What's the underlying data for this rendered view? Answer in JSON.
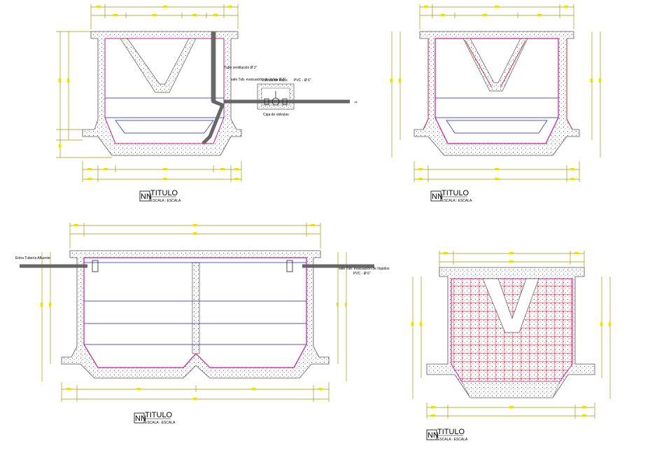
{
  "colors": {
    "background": "#ffffff",
    "dimension_line": "#a09a00",
    "structure_outline": "#cc1a9a",
    "wall_hatch": "#555555",
    "water_line": "#1a1acc",
    "pipe": "#666666",
    "rebar": "#d4203a",
    "yellow_marks": "#f0e000"
  },
  "drawings": [
    {
      "id": "top-left-section",
      "title": "TITULO",
      "tag": "NN",
      "scale_label": "ESCALA : ESCALA",
      "note_pipe_vent": "Tubo ventilación Ø 2\"",
      "note_pipe_evac": "sale Tub. evacuación de lodos Ø 3\"",
      "note_valve": "Válvula de lodos",
      "note_chamber": "Caja de válvulas",
      "note_pipe_out": "PVC - Ø 6\""
    },
    {
      "id": "top-right-section",
      "title": "TITULO",
      "tag": "NN",
      "scale_label": "ESCALA : ESCALA"
    },
    {
      "id": "bottom-left-section",
      "title": "TITULO",
      "tag": "NN",
      "scale_label": "ESCALA : ESCALA",
      "note_inlet": "Entra Tubería Afluente",
      "note_outlet": "sale Tub. evacuación de líquidos",
      "note_outlet_dia": "PVC - Ø 6\""
    },
    {
      "id": "bottom-right-section",
      "title": "TITULO",
      "tag": "NN",
      "scale_label": "ESCALA : ESCALA"
    }
  ]
}
